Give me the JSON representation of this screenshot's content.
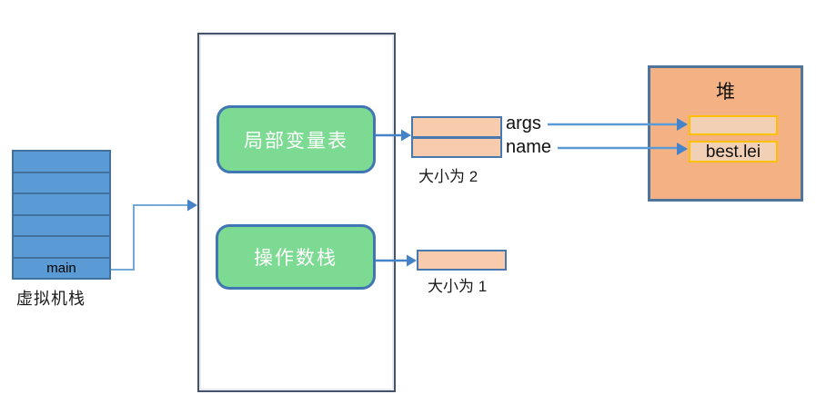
{
  "diagram": {
    "vm_stack": {
      "frame_label": "main",
      "caption": "虚拟机栈",
      "empty_cells": 5
    },
    "frame": {
      "local_var_table_label": "局部变量表",
      "operand_stack_label": "操作数栈"
    },
    "local_vars": {
      "slot_labels": [
        "args",
        "name"
      ],
      "size_caption": "大小为 2"
    },
    "operand": {
      "size_caption": "大小为 1"
    },
    "heap": {
      "title": "堆",
      "object_labels": [
        "",
        "best.lei"
      ]
    },
    "colors": {
      "stack_fill": "#5B9BD5",
      "stack_border": "#41719C",
      "green_fill": "#7CDA92",
      "green_border": "#4076B4",
      "cell_fill": "#F8CBAD",
      "cell_border": "#4779AE",
      "heap_fill": "#F4B183",
      "heap_border": "#50759B",
      "heap_cell_fill": "#F2D0B5",
      "heap_cell_border": "#FFC000",
      "frame_border": "#44546A",
      "arrow_line": "#74A9D8",
      "arrow_head": "#4583C8"
    }
  }
}
